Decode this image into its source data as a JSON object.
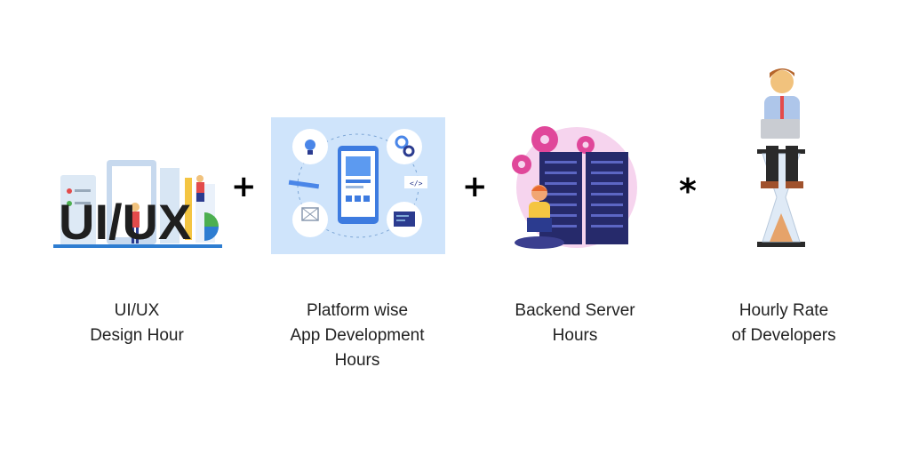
{
  "items": [
    {
      "illustration": "ui-ux-design-illustration",
      "overlay_text": "UI/UX",
      "label_lines": [
        "UI/UX",
        "Design Hour"
      ]
    },
    {
      "illustration": "app-development-illustration",
      "label_lines": [
        "Platform wise",
        "App Development",
        "Hours"
      ]
    },
    {
      "illustration": "backend-server-illustration",
      "label_lines": [
        "Backend Server",
        "Hours"
      ]
    },
    {
      "illustration": "hourglass-developer-illustration",
      "label_lines": [
        "Hourly Rate",
        "of Developers"
      ]
    }
  ],
  "operators": [
    "+",
    "+",
    "*"
  ],
  "colors": {
    "text": "#222222",
    "accent_blue": "#4a86e8",
    "panel_blue": "#cfe4fb",
    "server_navy": "#262a6b",
    "gear_pink": "#e0479a"
  }
}
